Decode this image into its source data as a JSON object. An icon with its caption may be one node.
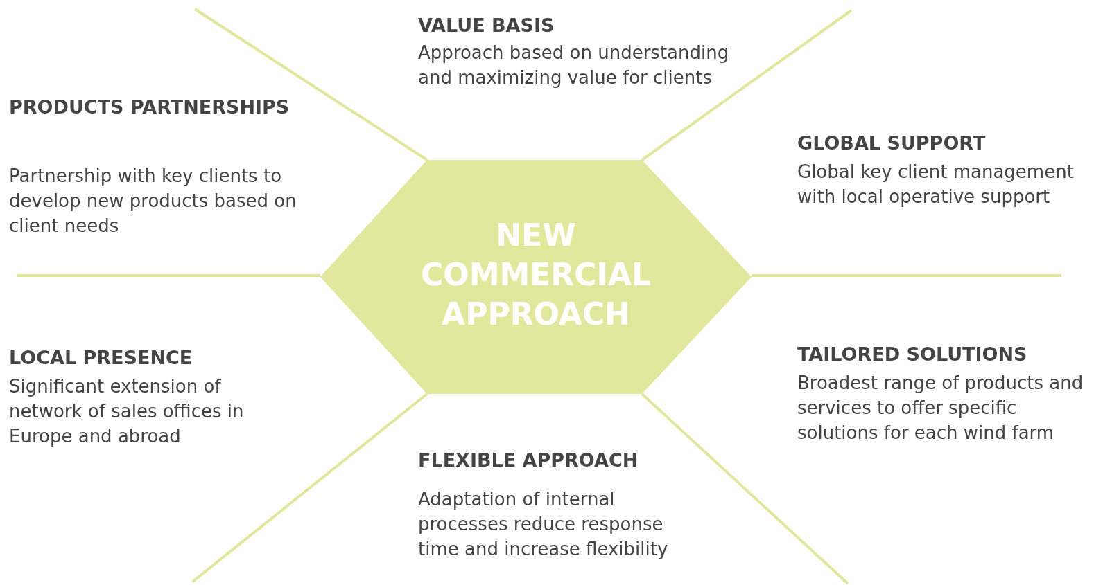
{
  "diagram": {
    "nodes": [
      {
        "text": [
          "NEW COMMERCIAL APPROACH"
        ]
      }
    ],
    "labels": [
      "VALUE BASIS",
      "Approach based on understanding and maximizing value for clients",
      "PRODUCTS PARTNERSHIPS",
      "Partnership with key clients to develop new products based on client needs",
      "GLOBAL SUPPORT",
      "Global key client management with local operative support",
      "TAILORED SOLUTIONS",
      "Broadest range of products and services to offer specific solutions for each wind farm",
      "LOCAL PRESENCE",
      "Significant extension of network of sales offices in Europe and abroad",
      "FLEXIBLE APPROACH",
      "Adaptation of internal processes reduce response time and increase flexibility"
    ]
  }
}
